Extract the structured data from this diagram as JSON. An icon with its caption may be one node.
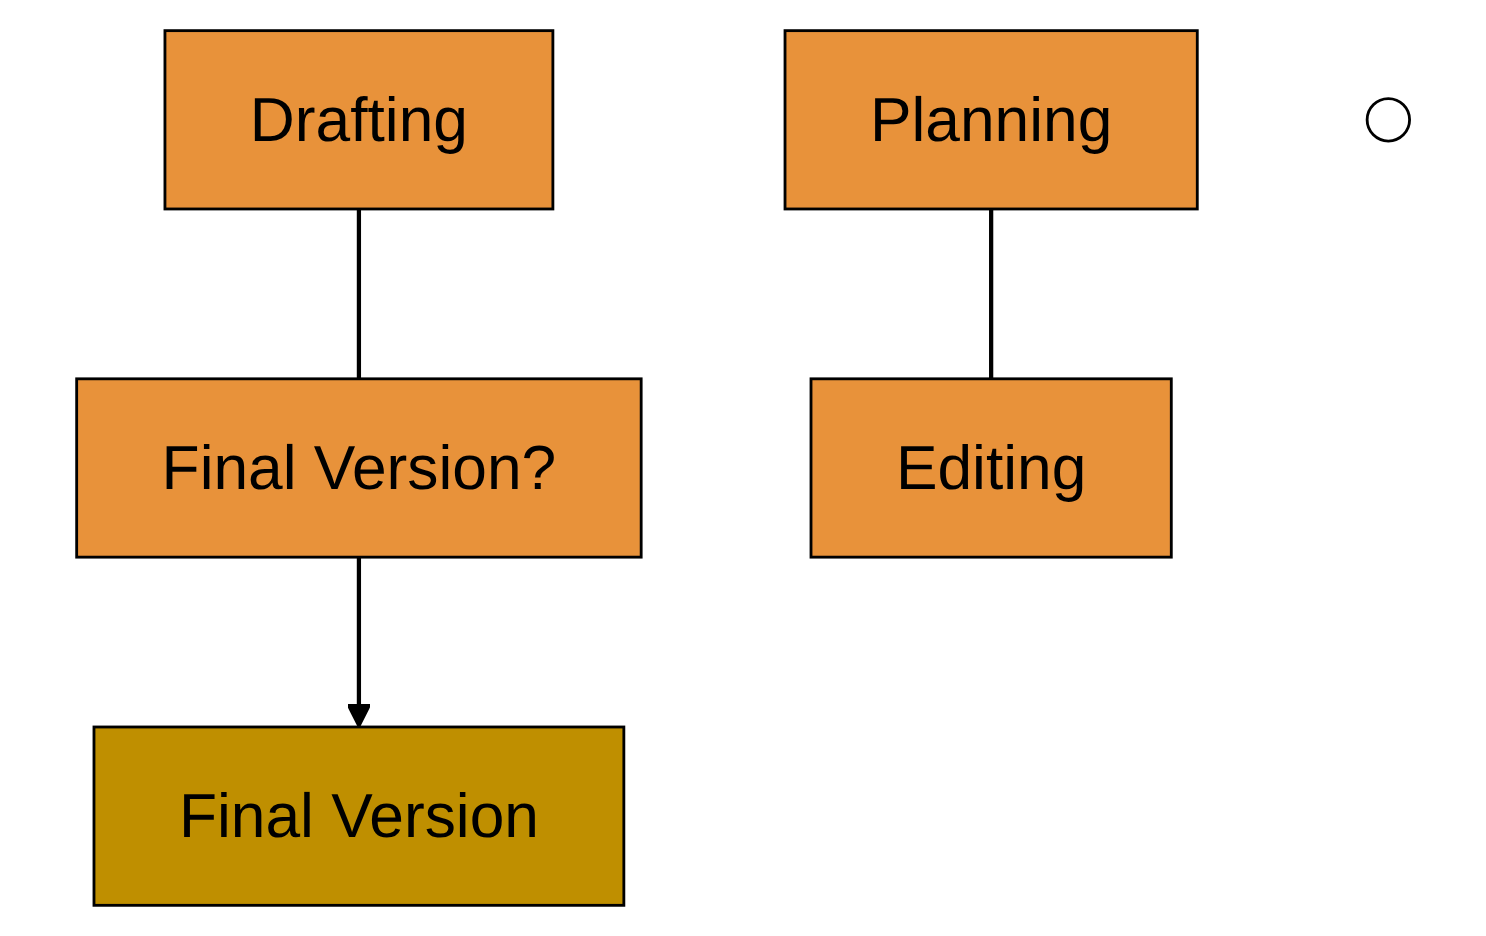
{
  "diagram": {
    "nodes": [
      {
        "text": [
          "Planning"
        ]
      },
      {
        "text": [
          "Drafting"
        ]
      },
      {
        "text": [],
        "shape": "circle"
      },
      {
        "text": [
          "Final Version?"
        ]
      },
      {
        "text": [
          "Editing"
        ]
      },
      {
        "text": [
          "Final Version"
        ]
      }
    ],
    "edges": [
      {
        "from": 0,
        "to": 4,
        "arrow": "none"
      },
      {
        "from": 1,
        "to": 3,
        "arrow": "none"
      },
      {
        "from": 3,
        "to": 5,
        "arrow": "to"
      }
    ]
  }
}
